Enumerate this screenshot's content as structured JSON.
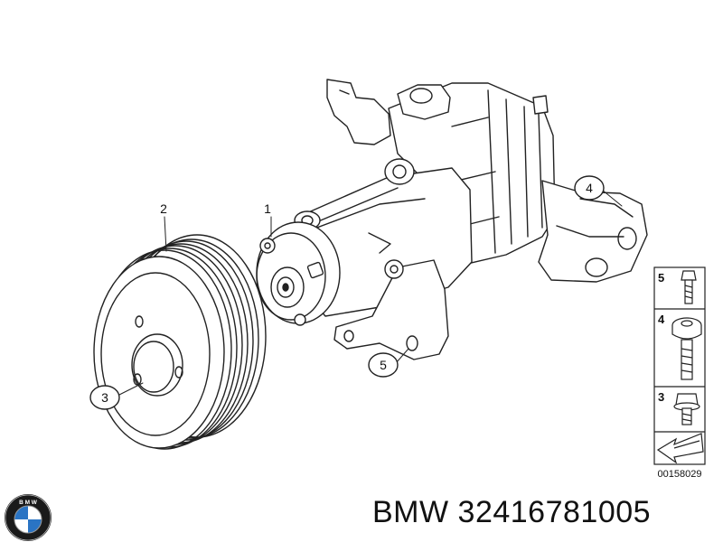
{
  "callouts": {
    "c1": "1",
    "c2": "2",
    "c3": "3",
    "c4": "4",
    "c5": "5"
  },
  "legend": {
    "items": [
      {
        "number": "5",
        "icon": "short-bolt-icon"
      },
      {
        "number": "4",
        "icon": "torx-bolt-icon"
      },
      {
        "number": "3",
        "icon": "hex-bolt-icon"
      }
    ],
    "arrow_icon": "direction-arrow-icon"
  },
  "diagram_code": "00158029",
  "footer": {
    "brand": "BMW",
    "part_number": "32416781005",
    "logo_text": "B M W"
  },
  "colors": {
    "line": "#222222",
    "logo_blue": "#2a74c4",
    "logo_ring": "#1a1a1a"
  }
}
